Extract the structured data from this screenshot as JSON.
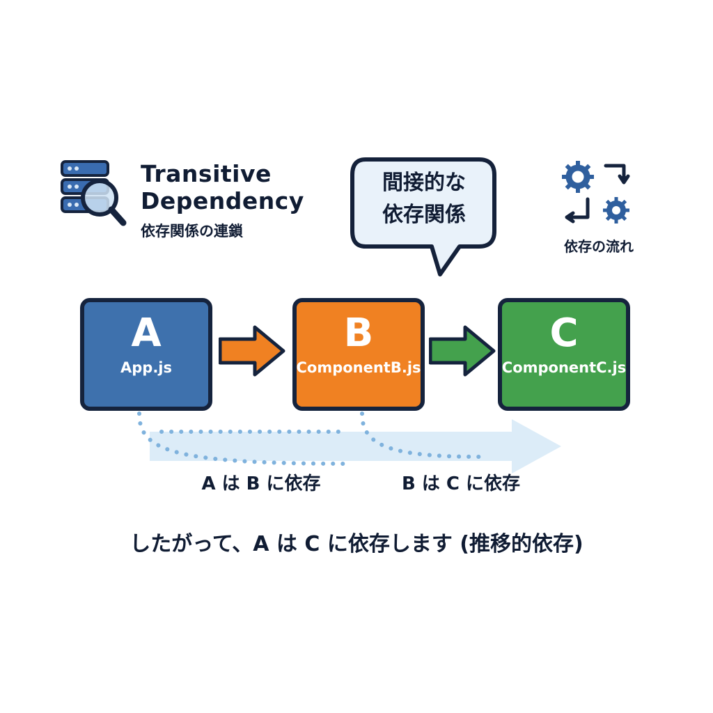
{
  "header": {
    "title_line1": "Transitive",
    "title_line2": "Dependency",
    "subtitle": "依存関係の連鎖",
    "icon": "database-search-icon"
  },
  "speech_bubble": {
    "line1": "間接的な",
    "line2": "依存関係"
  },
  "flow": {
    "label": "依存の流れ",
    "icon": "gears-flow-icon"
  },
  "nodes": [
    {
      "letter": "A",
      "file": "App.js",
      "color": "#3e71ad"
    },
    {
      "letter": "B",
      "file": "ComponentB.js",
      "color": "#f08122"
    },
    {
      "letter": "C",
      "file": "ComponentC.js",
      "color": "#44a14d"
    }
  ],
  "arrows": {
    "a_to_b_color": "#f08122",
    "b_to_c_color": "#44a14d",
    "transitive_color": "#cfe4f5",
    "dotted_color": "#7fb2dd"
  },
  "dependency_labels": {
    "a_to_b": "A は B に依存",
    "b_to_c": "B は C に依存"
  },
  "conclusion": "したがって、A は C に依存します (推移的依存)"
}
